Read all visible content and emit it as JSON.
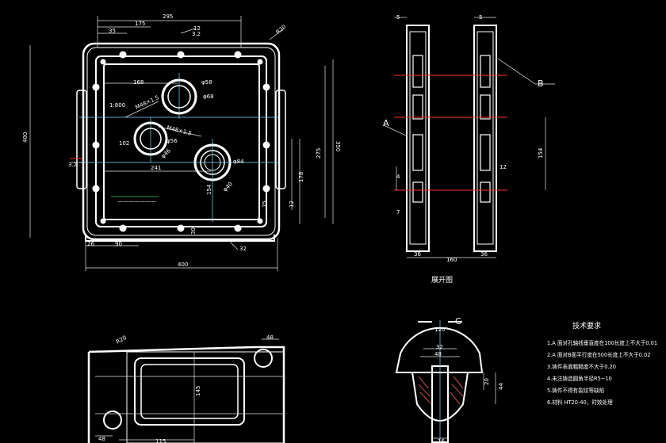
{
  "front_view": {
    "dims": {
      "d295": "295",
      "d175": "175",
      "d35": "35",
      "d12": "12",
      "r20": "R20",
      "h400": "400",
      "h350": "350",
      "h275": "275",
      "h178": "178",
      "h154": "154",
      "w241": "241",
      "w168": "168",
      "w400": "400",
      "w90": "90",
      "w26": "26",
      "v75": "75",
      "v30": "30",
      "v12": "12",
      "v32": "32",
      "c102": "102",
      "d32": "3.2",
      "d32b": "3.2",
      "phi58": "φ58",
      "phi68": "φ68",
      "phi56": "φ56",
      "phi84": "φ84",
      "phi46": "φ46",
      "phi40": "φ40",
      "m1": "M48×1.5",
      "m2": "M48×1.5",
      "lbl1": "1:800",
      "note_small": "———————"
    }
  },
  "side_view": {
    "label_a": "A",
    "label_b": "B",
    "dims": {
      "top5a": "5",
      "top5b": "5",
      "v154": "154",
      "w160": "160",
      "w36a": "36",
      "w36b": "36",
      "s12": "12",
      "s4": "4",
      "s7": "7"
    },
    "caption": "展开图"
  },
  "bottom_view": {
    "dims": {
      "r20": "R20",
      "d48a": "48",
      "d48b": "48",
      "d115": "115",
      "d145": "145"
    }
  },
  "section_view": {
    "label_c": "C",
    "dims": {
      "ang": "120°",
      "w32": "32",
      "w48": "48",
      "h20": "20",
      "h44": "44",
      "b16": "16"
    }
  },
  "tech_notes": {
    "title": "技术要求",
    "items": [
      "1.A 面对孔轴线垂直度在100长度上不大于0.01",
      "2.A 面对B面平行度在500长度上不大于0.02",
      "3.铸件表面粗糙度不大于0.20",
      "4.未注铸造圆角半径R5~10",
      "5.铸件不得有裂纹等缺陷",
      "6.材料 HT20-40，时效处理"
    ]
  }
}
